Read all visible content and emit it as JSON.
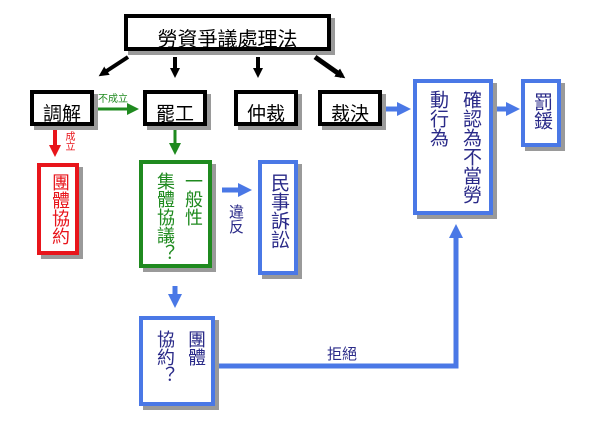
{
  "nodes": {
    "title": "勞資爭議處理法",
    "mediation": "調解",
    "strike": "罷工",
    "arbitration": "仲裁",
    "ruling": "裁決",
    "group_agreement": "團體協約",
    "general_collective": [
      "一般性",
      "集體協議？"
    ],
    "civil_suit": "民事訴訟",
    "confirm_unfair": [
      "確認為不當勞",
      "動行為"
    ],
    "fine": "罰鍰",
    "group_agreement_q": [
      "團體",
      "協約？"
    ]
  },
  "edge_labels": {
    "not_established": "不成立",
    "established": "成立",
    "violation": "違反",
    "refuse": "拒絕"
  },
  "colors": {
    "black": "#000000",
    "red": "#e8151b",
    "green": "#1f8a1f",
    "blue": "#4a78e6",
    "text_purple": "#2a2a88"
  }
}
